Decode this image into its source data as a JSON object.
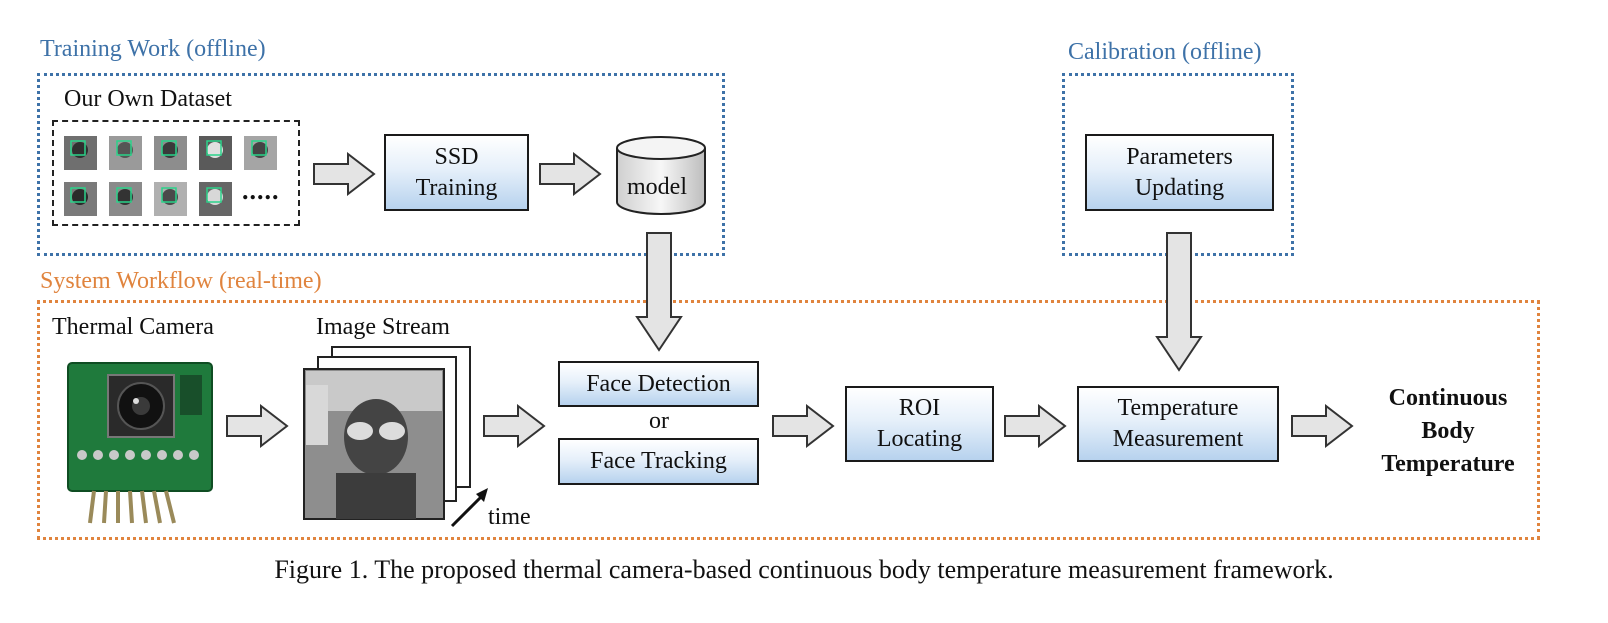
{
  "training": {
    "title": "Training Work (offline)",
    "dataset_label": "Our Own Dataset",
    "dataset_ellipsis": ".....",
    "ssd_line1": "SSD",
    "ssd_line2": "Training",
    "model_label": "model"
  },
  "calibration": {
    "title": "Calibration (offline)",
    "param_line1": "Parameters",
    "param_line2": "Updating"
  },
  "workflow": {
    "title": "System Workflow (real-time)",
    "camera_label": "Thermal Camera",
    "stream_label": "Image Stream",
    "time_label": "time",
    "face_detection": "Face Detection",
    "or_label": "or",
    "face_tracking": "Face Tracking",
    "roi_line1": "ROI",
    "roi_line2": "Locating",
    "temp_line1": "Temperature",
    "temp_line2": "Measurement",
    "output_line1": "Continuous",
    "output_line2": "Body",
    "output_line3": "Temperature"
  },
  "caption": "Figure 1. The proposed thermal camera-based continuous body temperature measurement framework.",
  "colors": {
    "blue_frame": "#3e72a8",
    "orange_frame": "#e0843e",
    "box_gradient_bottom": "#b7d2ee",
    "arrow_fill": "#e4e4e4",
    "camera_board": "#1f7a3c"
  }
}
